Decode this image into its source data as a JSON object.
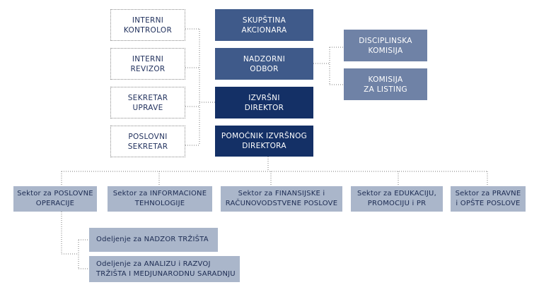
{
  "staff": [
    {
      "id": "interni-kontrolor",
      "label": "INTERNI\nKONTROLOR"
    },
    {
      "id": "interni-revizor",
      "label": "INTERNI\nREVIZOR"
    },
    {
      "id": "sekretar-uprave",
      "label": "SEKRETAR\nUPRAVE"
    },
    {
      "id": "poslovni-sekretar",
      "label": "POSLOVNI\nSEKRETAR"
    }
  ],
  "chain": [
    {
      "id": "skupstina-akcionara",
      "label": "SKUPŠTINA\nAKCIONARA"
    },
    {
      "id": "nadzorni-odbor",
      "label": "NADZORNI\nODBOR"
    },
    {
      "id": "izvrsni-direktor",
      "label": "IZVRŠNI\nDIREKTOR"
    },
    {
      "id": "pomocnik-izvrsnog-direktora",
      "label": "POMOĆNIK IZVRŠNOG\nDIREKTORA"
    }
  ],
  "committees": [
    {
      "id": "disciplinska-komisija",
      "label": "DISCIPLINSKA\nKOMISIJA"
    },
    {
      "id": "komisija-za-listing",
      "label": "KOMISIJA\nZA LISTING"
    }
  ],
  "sectors": [
    {
      "id": "sektor-poslovne-operacije",
      "label": "Sektor za POSLOVNE\nOPERACIJE"
    },
    {
      "id": "sektor-informacione-tehnologije",
      "label": "Sektor za INFORMACIONE\nTEHNOLOGIJE"
    },
    {
      "id": "sektor-finansijske-poslove",
      "label": "Sektor za FINANSIJSKE i\nRAČUNOVODSTVENE POSLOVE"
    },
    {
      "id": "sektor-edukacija",
      "label": "Sektor za EDUKACIJU,\nPROMOCIJU i PR"
    },
    {
      "id": "sektor-pravne-poslove",
      "label": "Sektor za PRAVNE\ni OPŠTE POSLOVE"
    }
  ],
  "departments": [
    {
      "id": "odeljenje-nadzor",
      "label": "Odeljenje za NADZOR TRŽIŠTA"
    },
    {
      "id": "odeljenje-analiza",
      "label": "Odeljenje za ANALIZU i RAZVOJ\nTRŽIŠTA I MEDJUNARODNU SARADNJU"
    }
  ],
  "colors": {
    "chain_top": "#3f5a8a",
    "chain_bottom": "#143066",
    "committees": "#6f82a6",
    "sectors": "#aab6ca",
    "staff_border": "#8a8a8a"
  }
}
